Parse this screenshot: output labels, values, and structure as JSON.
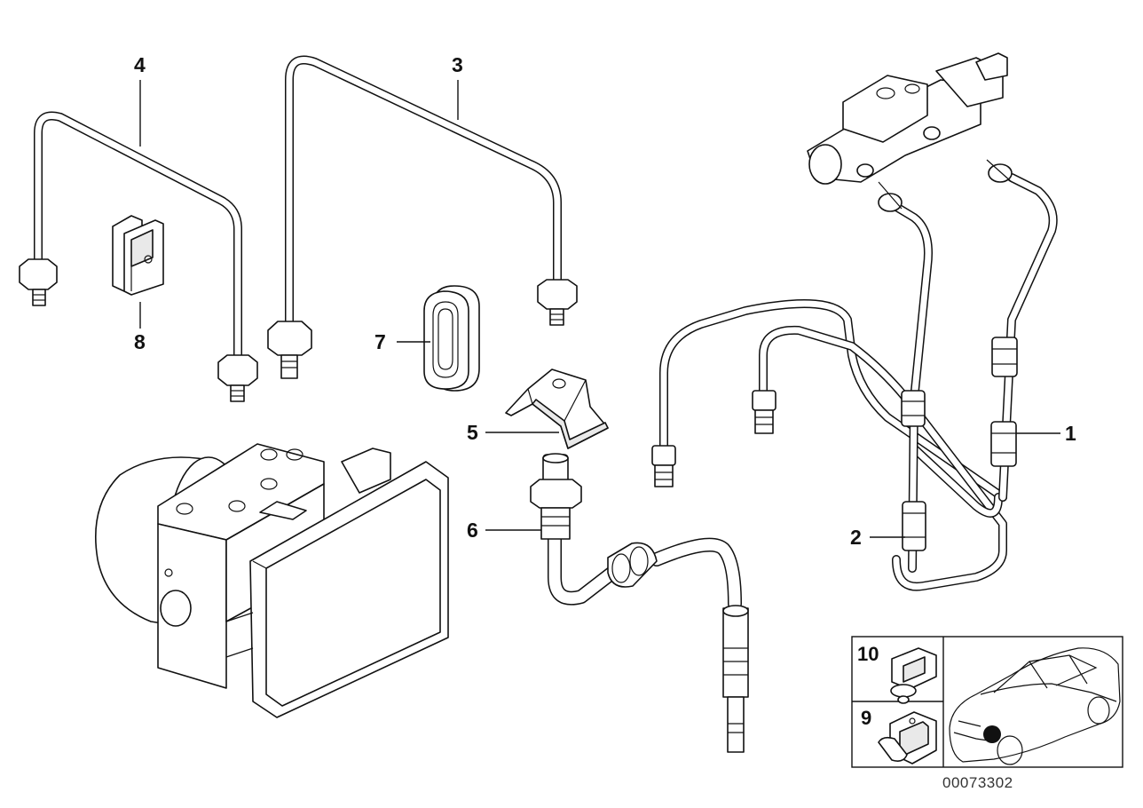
{
  "diagram": {
    "callouts": {
      "c1": "1",
      "c2": "2",
      "c3": "3",
      "c4": "4",
      "c5": "5",
      "c6": "6",
      "c7": "7",
      "c8": "8"
    },
    "inset": {
      "c10": "10",
      "c9": "9"
    },
    "image_code": "00073302"
  }
}
